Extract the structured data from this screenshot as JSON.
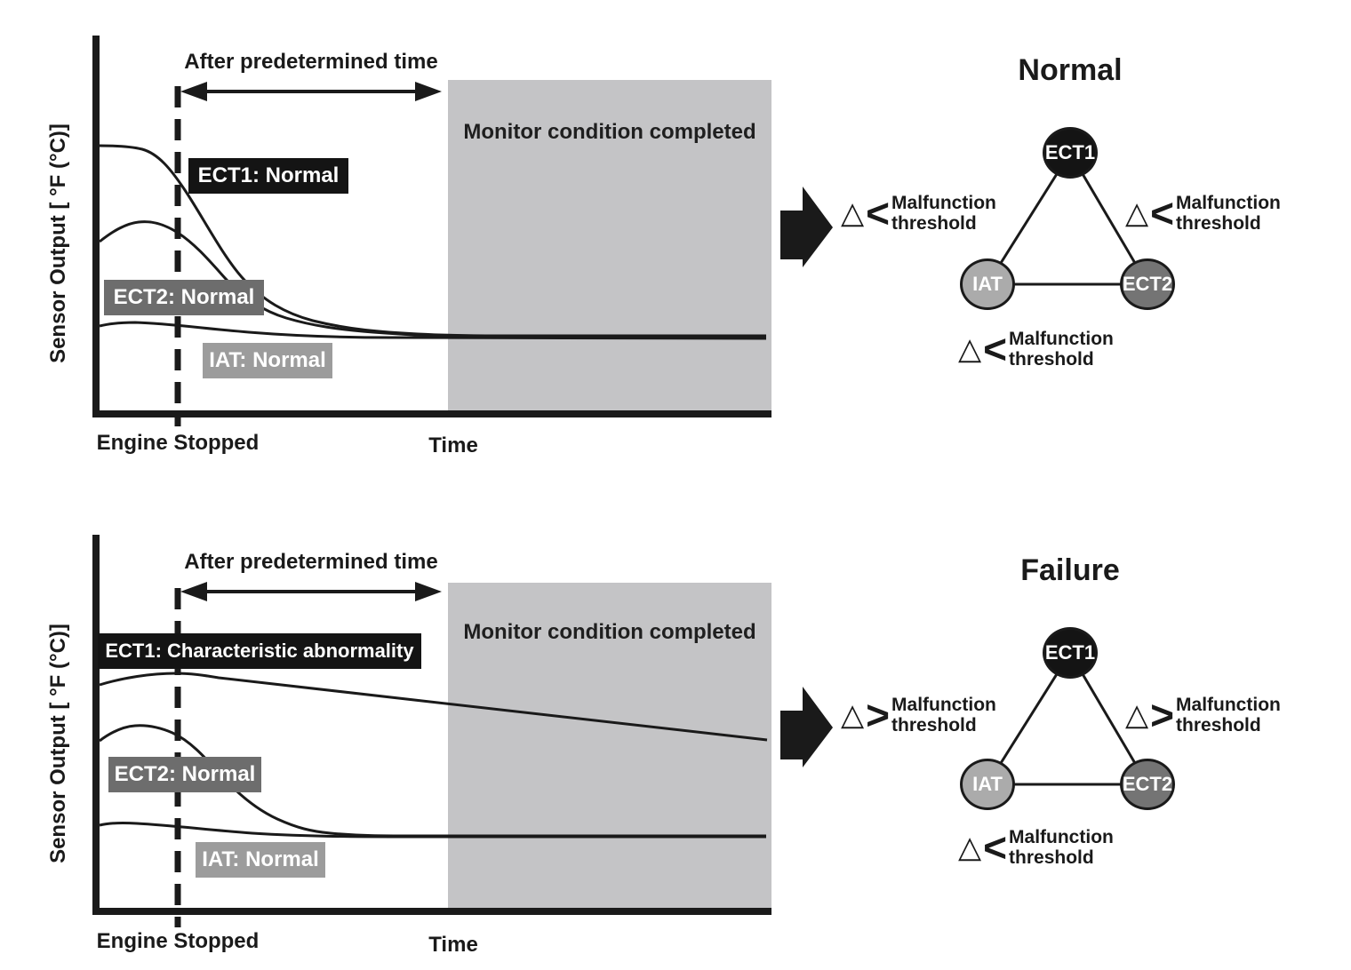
{
  "colors": {
    "ink_black": "#1a1a1a",
    "monitor_region_gray": "#c4c4c6",
    "ect1_box": "#141414",
    "ect2_box": "#6d6d6d",
    "iat_box": "#9c9c9c",
    "ect1_node": "#141414",
    "ect2_node": "#747474",
    "iat_node": "#ababab"
  },
  "normal": {
    "chart": {
      "y_axis_label": "Sensor Output [ °F (°C)]",
      "after_label": "After predetermined time",
      "monitor_label": "Monitor condition completed",
      "ect1_label": "ECT1: Normal",
      "ect2_label": "ECT2: Normal",
      "iat_label": "IAT: Normal",
      "engine_stopped": "Engine Stopped",
      "time": "Time"
    },
    "diagram": {
      "title": "Normal",
      "node_top": "ECT1",
      "node_left": "IAT",
      "node_right": "ECT2",
      "left_threshold": {
        "symbol": "△",
        "comparator": "<",
        "line1": "Malfunction",
        "line2": "threshold"
      },
      "right_threshold": {
        "symbol": "△",
        "comparator": "<",
        "line1": "Malfunction",
        "line2": "threshold"
      },
      "bottom_threshold": {
        "symbol": "△",
        "comparator": "<",
        "line1": "Malfunction",
        "line2": "threshold"
      }
    }
  },
  "failure": {
    "chart": {
      "y_axis_label": "Sensor Output [ °F (°C)]",
      "after_label": "After predetermined time",
      "monitor_label": "Monitor condition completed",
      "ect1_label": "ECT1: Characteristic abnormality",
      "ect2_label": "ECT2: Normal",
      "iat_label": "IAT: Normal",
      "engine_stopped": "Engine Stopped",
      "time": "Time"
    },
    "diagram": {
      "title": "Failure",
      "node_top": "ECT1",
      "node_left": "IAT",
      "node_right": "ECT2",
      "left_threshold": {
        "symbol": "△",
        "comparator": ">",
        "line1": "Malfunction",
        "line2": "threshold"
      },
      "right_threshold": {
        "symbol": "△",
        "comparator": ">",
        "line1": "Malfunction",
        "line2": "threshold"
      },
      "bottom_threshold": {
        "symbol": "△",
        "comparator": "<",
        "line1": "Malfunction",
        "line2": "threshold"
      }
    }
  }
}
